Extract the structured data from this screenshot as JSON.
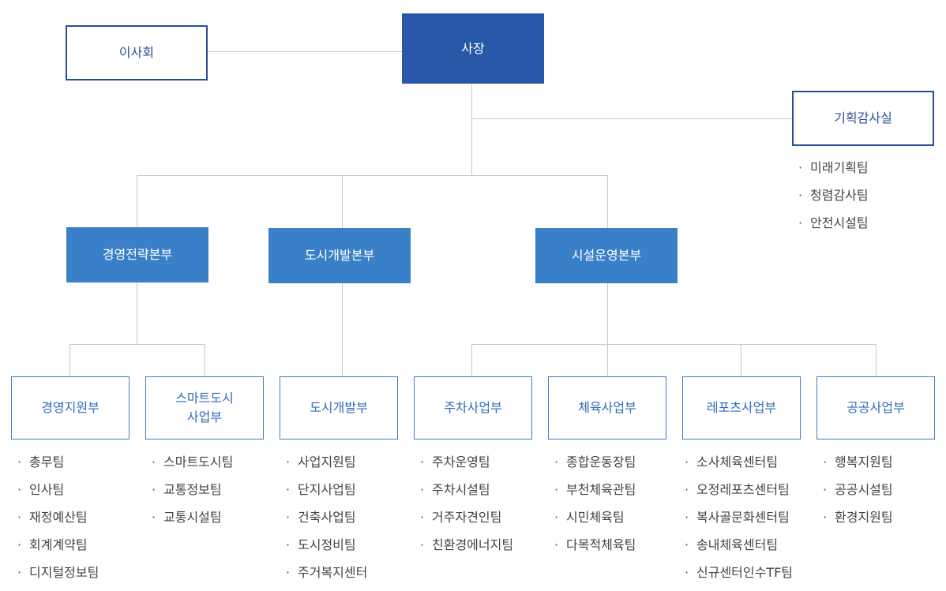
{
  "ceo": {
    "label": "사장"
  },
  "board": {
    "label": "이사회"
  },
  "audit": {
    "label": "기획감사실",
    "teams": [
      "미래기획팀",
      "청렴감사팀",
      "안전시설팀"
    ]
  },
  "headquarters": [
    {
      "label": "경영전략본부",
      "departments": [
        {
          "label": "경영지원부",
          "teams": [
            "총무팀",
            "인사팀",
            "재정예산팀",
            "회계계약팀",
            "디지털정보팀"
          ]
        },
        {
          "label": "스마트도시\n사업부",
          "teams": [
            "스마트도시팀",
            "교통정보팀",
            "교통시설팀"
          ]
        }
      ]
    },
    {
      "label": "도시개발본부",
      "departments": [
        {
          "label": "도시개발부",
          "teams": [
            "사업지원팀",
            "단지사업팀",
            "건축사업팀",
            "도시정비팀",
            "주거복지센터"
          ]
        }
      ]
    },
    {
      "label": "시설운영본부",
      "departments": [
        {
          "label": "주차사업부",
          "teams": [
            "주차운영팀",
            "주차시설팀",
            "거주자견인팀",
            "친환경에너지팀"
          ]
        },
        {
          "label": "체육사업부",
          "teams": [
            "종합운동장팀",
            "부천체육관팀",
            "시민체육팀",
            "다목적체육팀"
          ]
        },
        {
          "label": "레포츠사업부",
          "teams": [
            "소사체육센터팀",
            "오정레포츠센터팀",
            "복사골문화센터팀",
            "송내체육센터팀",
            "신규센터인수TF팀"
          ]
        },
        {
          "label": "공공사업부",
          "teams": [
            "행복지원팀",
            "공공시설팀",
            "환경지원팀"
          ]
        }
      ]
    }
  ]
}
